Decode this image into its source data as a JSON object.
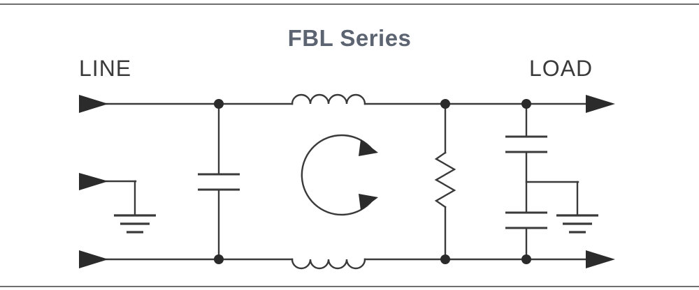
{
  "diagram": {
    "title": "FBL Series",
    "title_color": "#5c6472",
    "line_color": "#3a3a3a",
    "border_color": "#6f6f6f",
    "background": "#ffffff",
    "type": "emi-filter-schematic"
  },
  "labels": {
    "line": "LINE",
    "load": "LOAD"
  },
  "components": [
    {
      "name": "input-arrow-top",
      "type": "arrowhead",
      "direction": "right",
      "position": "top-left"
    },
    {
      "name": "input-arrow-ground",
      "type": "arrowhead",
      "direction": "right",
      "position": "mid-left"
    },
    {
      "name": "input-arrow-bottom",
      "type": "arrowhead",
      "direction": "right",
      "position": "bottom-left"
    },
    {
      "name": "chassis-ground-left",
      "type": "ground",
      "bars": 3
    },
    {
      "name": "x-capacitor-input",
      "type": "capacitor",
      "plates": 2,
      "orientation": "vertical"
    },
    {
      "name": "common-mode-choke-top-winding",
      "type": "inductor",
      "coils": 4,
      "orientation": "horizontal-up"
    },
    {
      "name": "common-mode-choke-bottom-winding",
      "type": "inductor",
      "coils": 4,
      "orientation": "horizontal-down"
    },
    {
      "name": "coupling-indicator",
      "type": "circular-arrow",
      "arrowheads": 2,
      "direction": "clockwise"
    },
    {
      "name": "bleeder-resistor",
      "type": "resistor",
      "zigzags": 6,
      "orientation": "vertical"
    },
    {
      "name": "y-capacitor-upper",
      "type": "capacitor",
      "plates": 2,
      "orientation": "vertical"
    },
    {
      "name": "y-capacitor-lower",
      "type": "capacitor",
      "plates": 2,
      "orientation": "vertical"
    },
    {
      "name": "chassis-ground-right",
      "type": "ground",
      "bars": 3
    },
    {
      "name": "output-arrow-top",
      "type": "arrowhead",
      "direction": "right",
      "position": "top-right"
    },
    {
      "name": "output-arrow-bottom",
      "type": "arrowhead",
      "direction": "right",
      "position": "bottom-right"
    }
  ]
}
